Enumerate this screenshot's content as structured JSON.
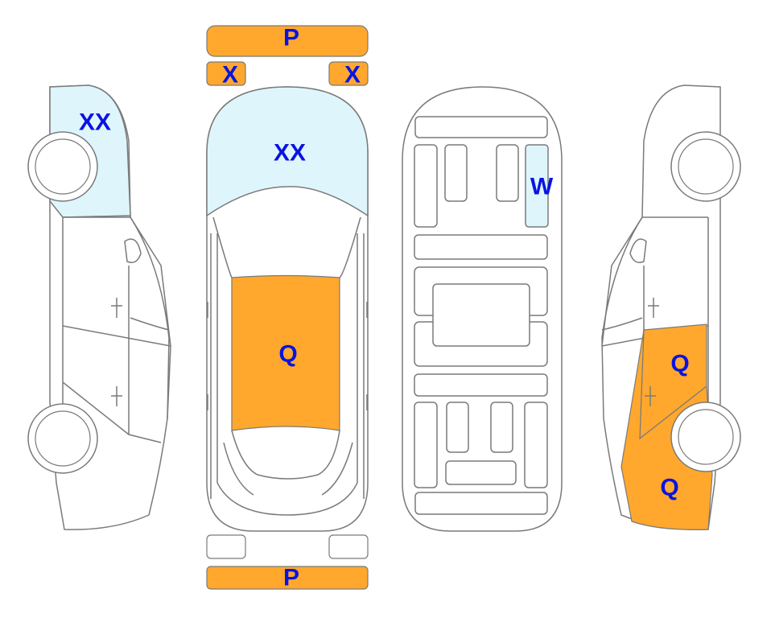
{
  "colors": {
    "damage_orange": "#FFA82D",
    "glass_blue": "#DFF5FC",
    "label_blue": "#0A14E0",
    "outline_gray": "#7A7A7A"
  },
  "labels": {
    "front_bumper": "P",
    "rear_bumper": "P",
    "left_headlight": "X",
    "right_headlight": "X",
    "windshield": "XX",
    "left_front_glass": "XX",
    "roof": "Q",
    "interior_seat": "W",
    "right_rear_door": "Q",
    "right_rear_quarter": "Q"
  }
}
